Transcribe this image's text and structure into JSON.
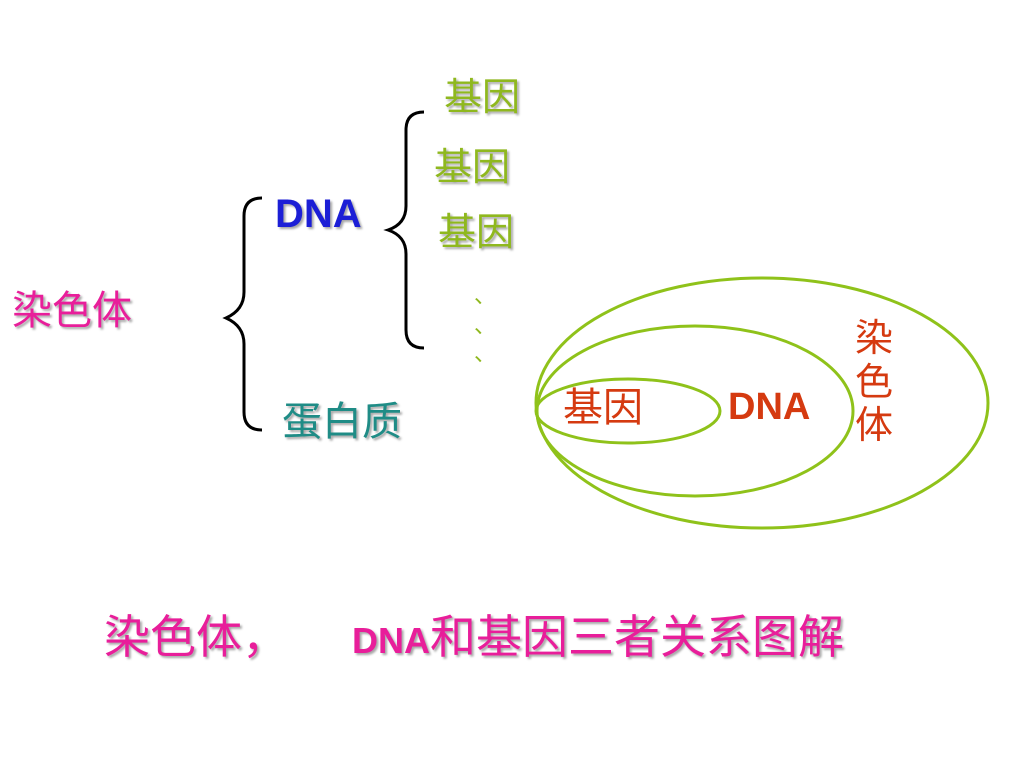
{
  "colors": {
    "pink": "#e81e9a",
    "blue": "#1c1fd6",
    "green": "#8fb81e",
    "teal": "#1f8c86",
    "red": "#d53a10",
    "ellipse": "#8fc21a"
  },
  "tree": {
    "root": "染色体",
    "dna": "DNA",
    "genes": [
      "基因",
      "基因",
      "基因"
    ],
    "ellipsis_marks": [
      "、",
      "、",
      "、"
    ],
    "protein": "蛋白质"
  },
  "venn": {
    "inner": "基因",
    "middle": "DNA",
    "outer_chars": [
      "染",
      "色",
      "体"
    ]
  },
  "caption": {
    "part1": "染色体，",
    "dna": "DNA",
    "part2": "和基因三者关系图解"
  }
}
